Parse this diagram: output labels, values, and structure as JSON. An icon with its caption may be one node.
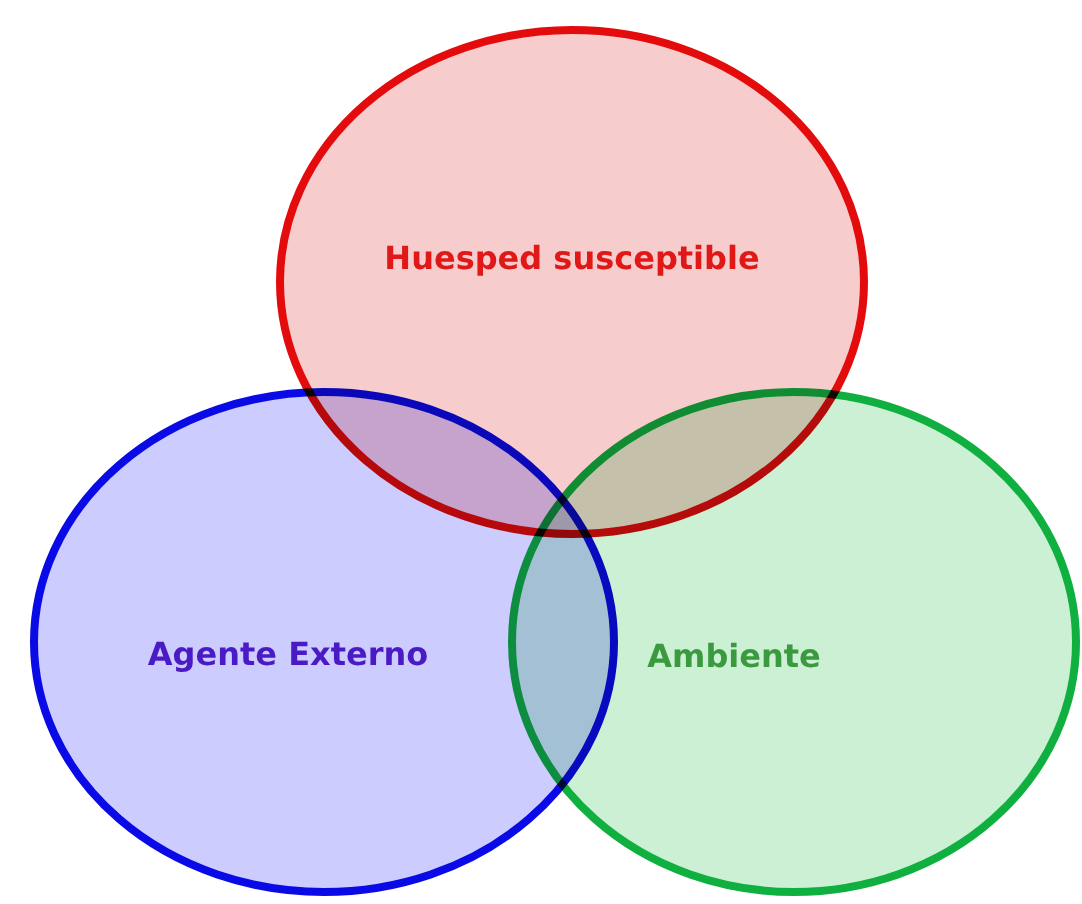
{
  "diagram": {
    "nodes": [
      {
        "text": [
          "Huesped susceptible"
        ]
      },
      {
        "text": [
          "Agente Externo"
        ]
      },
      {
        "text": [
          "Ambiente"
        ]
      }
    ]
  }
}
